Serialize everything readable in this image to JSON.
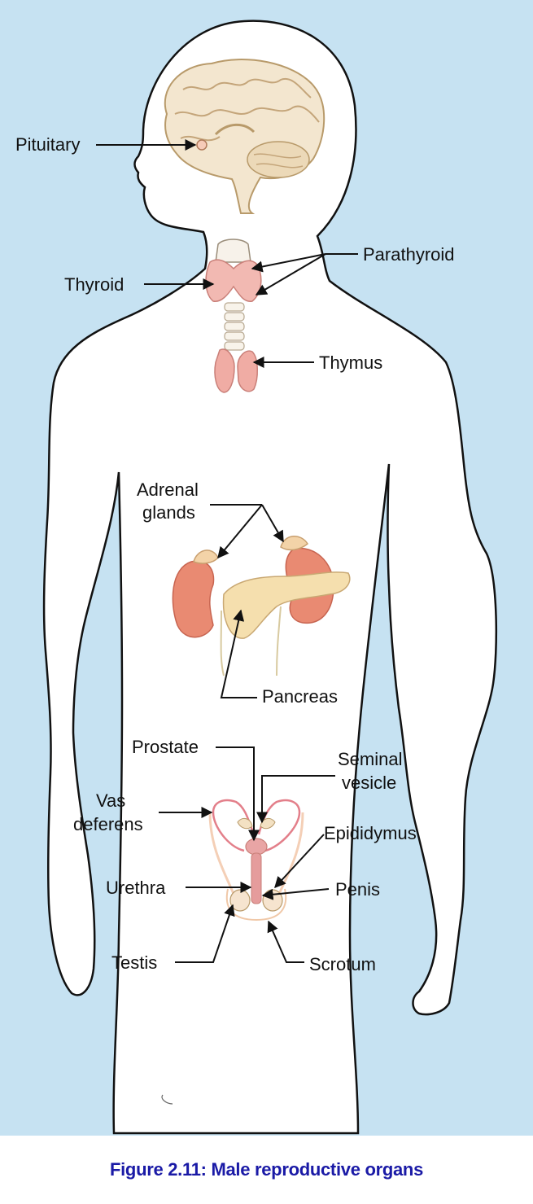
{
  "figure": {
    "caption": "Figure 2.11: Male reproductive organs",
    "caption_color": "#1a1aa6",
    "background_color": "#c6e2f2",
    "body_fill": "#ffffff",
    "labels": {
      "pituitary": "Pituitary",
      "parathyroid": "Parathyroid",
      "thyroid": "Thyroid",
      "thymus": "Thymus",
      "adrenal_line1": "Adrenal",
      "adrenal_line2": "glands",
      "pancreas": "Pancreas",
      "prostate": "Prostate",
      "seminal_line1": "Seminal",
      "seminal_line2": "vesicle",
      "vas_line1": "Vas",
      "vas_line2": "deferens",
      "epididymus": "Epididymus",
      "urethra": "Urethra",
      "penis": "Penis",
      "testis": "Testis",
      "scrotum": "Scrotum"
    }
  }
}
